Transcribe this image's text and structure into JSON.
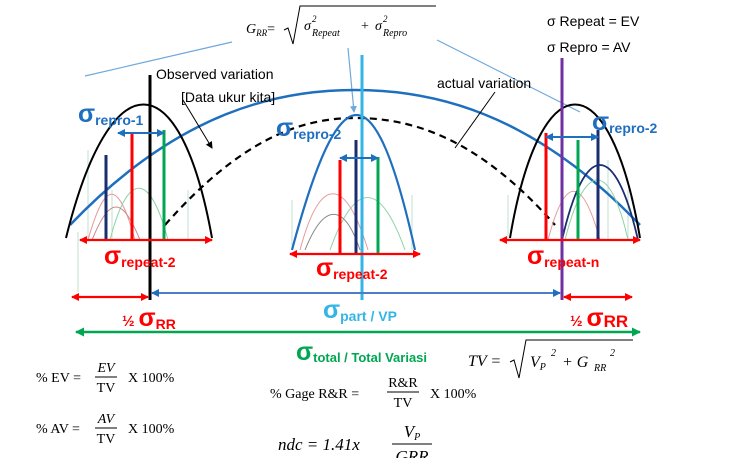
{
  "colors": {
    "blue": "#1f6fbf",
    "cyan": "#33b5e5",
    "red": "#ff0000",
    "green": "#00a651",
    "purple": "#7030a0",
    "navy": "#1a2d6e",
    "black": "#000000"
  },
  "legend": {
    "repeat": "σ  Repeat = EV",
    "repro": "σ  Repro = AV"
  },
  "formulas": {
    "grr_lhs": "G",
    "grr_lhs_sub": "RR",
    "grr_eq": "=",
    "grr_sigma": "σ",
    "grr_sub1": "Repeat",
    "grr_sup": "2",
    "grr_plus": "+",
    "grr_sub2": "Repro",
    "tv_lhs": "TV =",
    "tv_vp": "V",
    "tv_vp_sub": "P",
    "tv_plus": "+ G",
    "tv_grr_sub": "RR",
    "tv_sup": "2",
    "ev_lhs": "% EV  =",
    "ev_num": "EV",
    "ev_den": "TV",
    "ev_rest": "X  100%",
    "av_lhs": "% AV  =",
    "av_num": "AV",
    "av_den": "TV",
    "av_rest": "X  100%",
    "gage_lhs": "% Gage R&R  =",
    "gage_num": "R&R",
    "gage_den": "TV",
    "gage_rest": "X  100%",
    "ndc_lhs": "ndc = 1.41x",
    "ndc_num": "V",
    "ndc_num_sub": "P",
    "ndc_den": "GRR"
  },
  "annotations": {
    "observed_1": "Observed variation",
    "observed_2": "[Data ukur kita]",
    "actual": "actual variation"
  },
  "sigma_labels": {
    "sigma": "σ",
    "repro_1": "repro-1",
    "repro_2_center": "repro-2",
    "repro_2_right": "repro-2",
    "repeat_2_left": "repeat-2",
    "repeat_2_center": "repeat-2",
    "repeat_n": "repeat-n",
    "half_left": "½",
    "rr_left": "RR",
    "half_right": "½",
    "rr_right": "RR",
    "part": "part / VP",
    "total": "total / Total Variasi"
  }
}
